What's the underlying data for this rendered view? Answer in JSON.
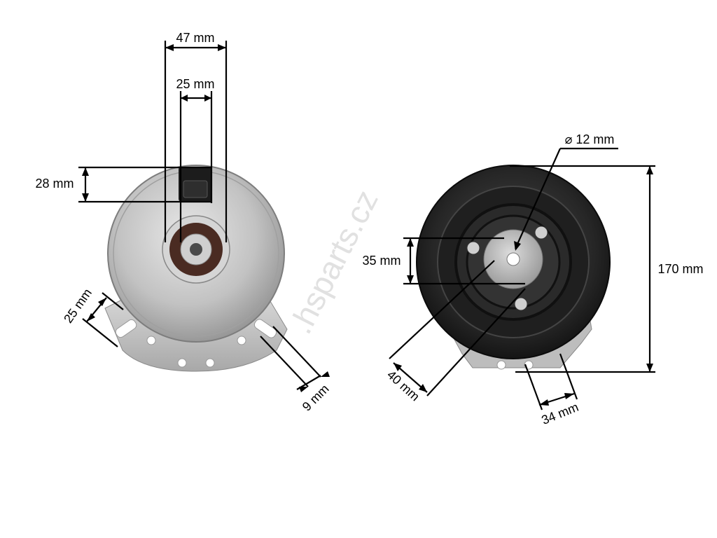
{
  "watermark": ".hsparts.cz",
  "left_view": {
    "width_total": "47 mm",
    "width_inner": "25 mm",
    "tab_height": "28 mm",
    "mount_slot_width": "25 mm",
    "slot_width": "9 mm"
  },
  "right_view": {
    "bore_diameter": "⌀ 12 mm",
    "overall_diameter": "170 mm",
    "hub_height": "35 mm",
    "hub_offset": "40 mm",
    "mount_spacing": "34 mm"
  }
}
